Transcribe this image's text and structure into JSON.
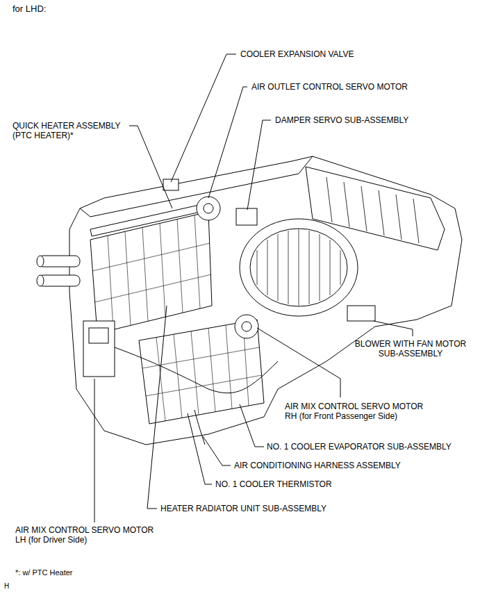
{
  "diagram": {
    "title": "for LHD:",
    "labels": [
      "COOLER EXPANSION VALVE",
      "AIR OUTLET CONTROL SERVO MOTOR",
      "QUICK HEATER ASSEMBLY (PTC HEATER)*",
      "DAMPER SERVO SUB-ASSEMBLY",
      "BLOWER WITH FAN MOTOR SUB-ASSEMBLY",
      "AIR MIX CONTROL SERVO MOTOR RH (for Front Passenger Side)",
      "NO. 1 COOLER EVAPORATOR SUB-ASSEMBLY",
      "AIR CONDITIONING HARNESS ASSEMBLY",
      "NO. 1 COOLER THERMISTOR",
      "HEATER RADIATOR UNIT SUB-ASSEMBLY",
      "AIR MIX CONTROL SERVO MOTOR LH (for Driver Side)",
      "*: w/ PTC Heater",
      "H"
    ]
  }
}
